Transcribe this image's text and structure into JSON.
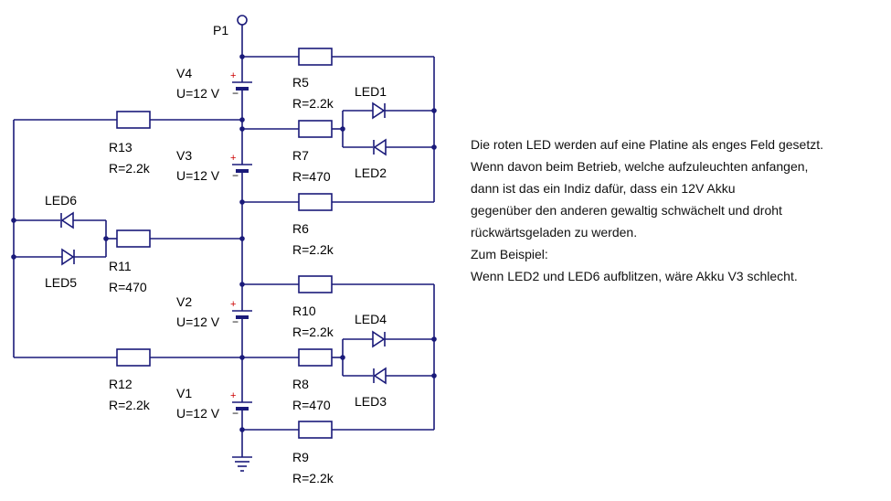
{
  "labels": {
    "p1": "P1",
    "v4": "V4",
    "v4_val": "U=12 V",
    "v3": "V3",
    "v3_val": "U=12 V",
    "v2": "V2",
    "v2_val": "U=12 V",
    "v1": "V1",
    "v1_val": "U=12 V",
    "r5": "R5",
    "r5_val": "R=2.2k",
    "r7": "R7",
    "r7_val": "R=470",
    "r6": "R6",
    "r6_val": "R=2.2k",
    "r10": "R10",
    "r10_val": "R=2.2k",
    "r8": "R8",
    "r8_val": "R=470",
    "r9": "R9",
    "r9_val": "R=2.2k",
    "r13": "R13",
    "r13_val": "R=2.2k",
    "r11": "R11",
    "r11_val": "R=470",
    "r12": "R12",
    "r12_val": "R=2.2k",
    "led1": "LED1",
    "led2": "LED2",
    "led3": "LED3",
    "led4": "LED4",
    "led5": "LED5",
    "led6": "LED6",
    "plus": "+",
    "minus": "−"
  },
  "colors": {
    "wire": "#1a1a7a",
    "plus": "#cc0000"
  },
  "note": {
    "lines": [
      "Die roten LED werden auf eine Platine als enges Feld gesetzt.",
      "Wenn davon beim Betrieb, welche aufzuleuchten anfangen,",
      "dann ist das ein Indiz dafür, dass ein 12V Akku",
      "gegenüber den anderen gewaltig schwächelt und droht",
      "rückwärtsgeladen zu werden.",
      "Zum Beispiel:",
      "Wenn LED2 und LED6 aufblitzen, wäre Akku V3 schlecht."
    ]
  }
}
